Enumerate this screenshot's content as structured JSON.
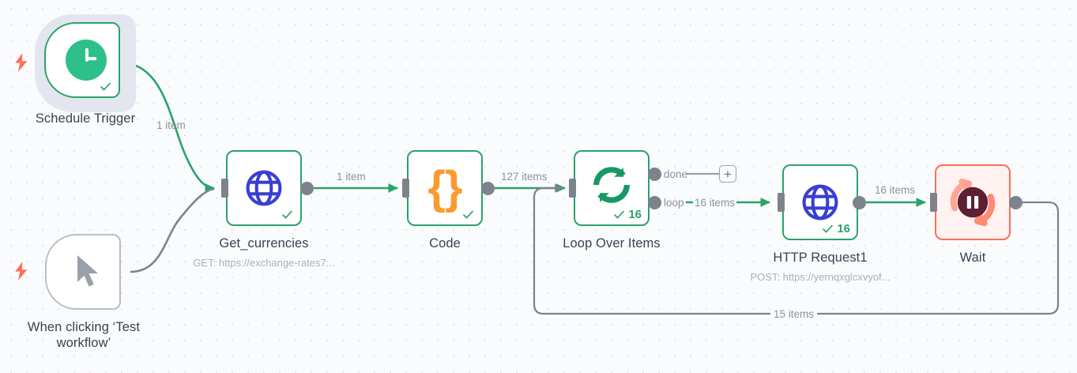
{
  "app": {
    "name": "n8n-workflow-canvas",
    "background": "#fafbfc",
    "grid_color": "#e2e4ea"
  },
  "colors": {
    "success_green": "#29a36a",
    "icon_green": "#2ec08b",
    "globe_blue": "#3a3fd4",
    "code_orange": "#fb9a2e",
    "wait_red": "#ff6d5a",
    "wait_fill": "#fff2f0",
    "wait_dark": "#5c1f33",
    "wire_gray": "#7d838c",
    "label_gray": "#8b919c",
    "subtitle_gray": "#aab0ba",
    "node_title": "#3b4151",
    "bolt_coral": "#ff6d5a",
    "selected_halo": "#e4e6ef"
  },
  "nodes": [
    {
      "id": "schedule-trigger",
      "label": "Schedule Trigger",
      "subtitle": "",
      "icon": "clock-icon",
      "shape": "trigger",
      "state": "success",
      "selected": true,
      "has_trigger_bolt": true,
      "badge": {
        "check": true,
        "count": ""
      }
    },
    {
      "id": "manual-trigger",
      "label": "When clicking ‘Test workflow’",
      "subtitle": "",
      "icon": "cursor-arrow-icon",
      "shape": "trigger",
      "state": "idle",
      "selected": false,
      "has_trigger_bolt": true,
      "badge": {
        "check": false,
        "count": ""
      }
    },
    {
      "id": "get-currencies",
      "label": "Get_currencies",
      "subtitle": "GET: https://exchange-rates7...",
      "icon": "globe-icon",
      "shape": "square",
      "state": "success",
      "selected": false,
      "has_trigger_bolt": false,
      "badge": {
        "check": true,
        "count": ""
      }
    },
    {
      "id": "code",
      "label": "Code",
      "subtitle": "",
      "icon": "curly-braces-icon",
      "shape": "square",
      "state": "success",
      "selected": false,
      "has_trigger_bolt": false,
      "badge": {
        "check": true,
        "count": ""
      }
    },
    {
      "id": "loop-over-items",
      "label": "Loop Over Items",
      "subtitle": "",
      "icon": "loop-refresh-icon",
      "shape": "square",
      "state": "success",
      "selected": false,
      "has_trigger_bolt": false,
      "badge": {
        "check": true,
        "count": "16"
      },
      "outputs": [
        {
          "name": "done",
          "label": "done"
        },
        {
          "name": "loop",
          "label": "loop"
        }
      ]
    },
    {
      "id": "http-request1",
      "label": "HTTP Request1",
      "subtitle": "POST: https://yernqxglcxvyof...",
      "icon": "globe-icon",
      "shape": "square",
      "state": "success",
      "selected": false,
      "has_trigger_bolt": false,
      "badge": {
        "check": true,
        "count": "16"
      }
    },
    {
      "id": "wait",
      "label": "Wait",
      "subtitle": "",
      "icon": "pause-spinner-icon",
      "shape": "square",
      "state": "waiting",
      "selected": false,
      "has_trigger_bolt": false,
      "badge": {
        "check": false,
        "count": ""
      }
    }
  ],
  "connections": [
    {
      "from": "schedule-trigger",
      "to": "get-currencies",
      "label": "1 item",
      "color": "green"
    },
    {
      "from": "manual-trigger",
      "to": "get-currencies",
      "label": "",
      "color": "gray"
    },
    {
      "from": "get-currencies",
      "to": "code",
      "label": "1 item",
      "color": "green"
    },
    {
      "from": "code",
      "to": "loop-over-items",
      "label": "127 items",
      "color": "green"
    },
    {
      "from": "loop-over-items:done",
      "to": "add-node-plus",
      "label": "",
      "color": "gray"
    },
    {
      "from": "loop-over-items:loop",
      "to": "http-request1",
      "label": "16 items",
      "color": "green"
    },
    {
      "from": "http-request1",
      "to": "wait",
      "label": "16 items",
      "color": "green"
    },
    {
      "from": "wait",
      "to": "loop-over-items",
      "label": "15 items",
      "color": "gray"
    }
  ],
  "buttons": [
    {
      "id": "add-node-plus",
      "label": "+",
      "name": "add-node-button"
    }
  ]
}
